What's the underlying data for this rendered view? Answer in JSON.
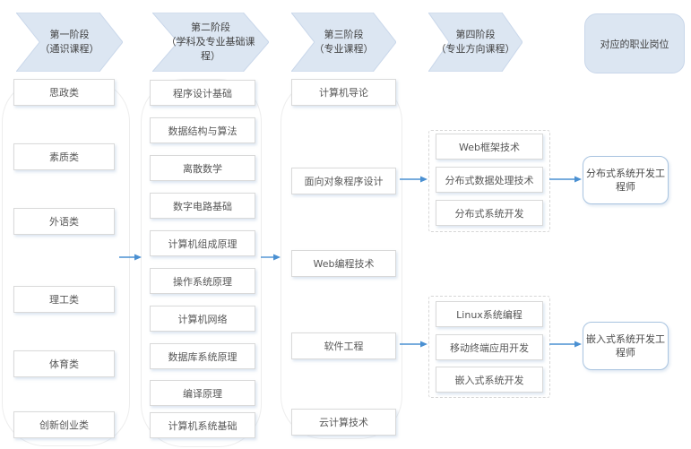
{
  "diagram": {
    "stages": [
      {
        "label": "第一阶段\n（通识课程）"
      },
      {
        "label": "第二阶段\n（学科及专业基础课\n程）"
      },
      {
        "label": "第三阶段\n（专业课程）"
      },
      {
        "label": "第四阶段\n（专业方向课程）"
      }
    ],
    "jobs_header": "对应的职业岗位",
    "general_courses": [
      "思政类",
      "素质类",
      "外语类",
      "理工类",
      "体育类",
      "创新创业类"
    ],
    "foundation_courses": [
      "程序设计基础",
      "数据结构与算法",
      "离散数学",
      "数字电路基础",
      "计算机组成原理",
      "操作系统原理",
      "计算机网络",
      "数据库系统原理",
      "编译原理",
      "计算机系统基础"
    ],
    "professional_courses": [
      "计算机导论",
      "面向对象程序设计",
      "Web编程技术",
      "软件工程",
      "云计算技术"
    ],
    "direction_group_a": [
      "Web框架技术",
      "分布式数据处理技术",
      "分布式系统开发"
    ],
    "direction_group_b": [
      "Linux系统编程",
      "移动终端应用开发",
      "嵌入式系统开发"
    ],
    "jobs": [
      "分布式系统开发工\n程师",
      "嵌入式系统开发工\n程师"
    ],
    "colors": {
      "chevron_fill": "#dce6f2",
      "chevron_border": "#c9d7ea",
      "arrow_blue": "#4a90d2",
      "box_border": "#d9d9d9",
      "dashed_border": "#d6d6d6"
    }
  }
}
